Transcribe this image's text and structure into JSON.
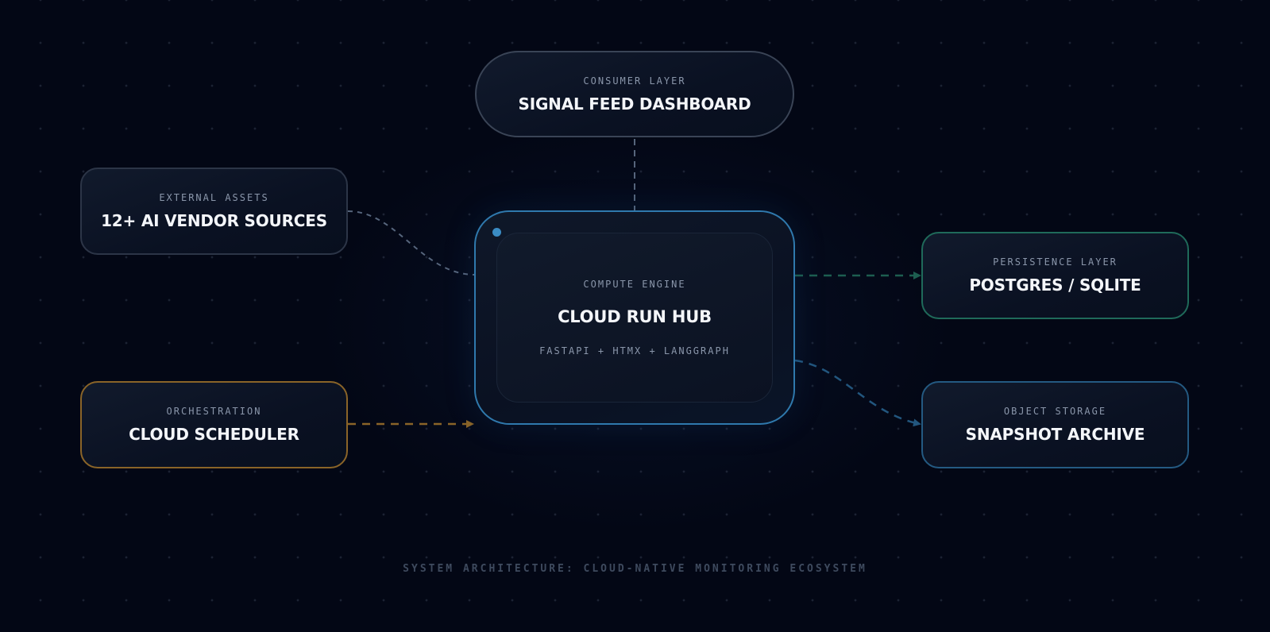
{
  "diagram": {
    "caption": "SYSTEM ARCHITECTURE: CLOUD-NATIVE MONITORING ECOSYSTEM",
    "nodes": {
      "consumer": {
        "eyebrow": "CONSUMER LAYER",
        "title": "SIGNAL FEED DASHBOARD",
        "accent": "#3a4456"
      },
      "vendors": {
        "eyebrow": "EXTERNAL ASSETS",
        "title": "12+ AI VENDOR SOURCES",
        "accent": "#2c3547"
      },
      "hub": {
        "eyebrow": "COMPUTE ENGINE",
        "title": "CLOUD RUN HUB",
        "stack": "FASTAPI + HTMX + LANGGRAPH",
        "accent": "#2f79ad"
      },
      "scheduler": {
        "eyebrow": "ORCHESTRATION",
        "title": "CLOUD SCHEDULER",
        "accent": "#8a6428"
      },
      "postgres": {
        "eyebrow": "PERSISTENCE LAYER",
        "title": "POSTGRES / SQLITE",
        "accent": "#1f6a5a"
      },
      "archive": {
        "eyebrow": "OBJECT STORAGE",
        "title": "SNAPSHOT ARCHIVE",
        "accent": "#245a82"
      }
    },
    "edges": [
      {
        "from": "consumer",
        "to": "hub",
        "style": "dashed",
        "color": "#56657c",
        "arrow": false
      },
      {
        "from": "vendors",
        "to": "hub",
        "style": "dashed",
        "color": "#56657c",
        "arrow": false
      },
      {
        "from": "scheduler",
        "to": "hub",
        "style": "dashed",
        "color": "#8a6428",
        "arrow": true
      },
      {
        "from": "hub",
        "to": "postgres",
        "style": "dashed",
        "color": "#1d5e50",
        "arrow": true
      },
      {
        "from": "hub",
        "to": "archive",
        "style": "dashed",
        "color": "#22567e",
        "arrow": true
      }
    ]
  }
}
